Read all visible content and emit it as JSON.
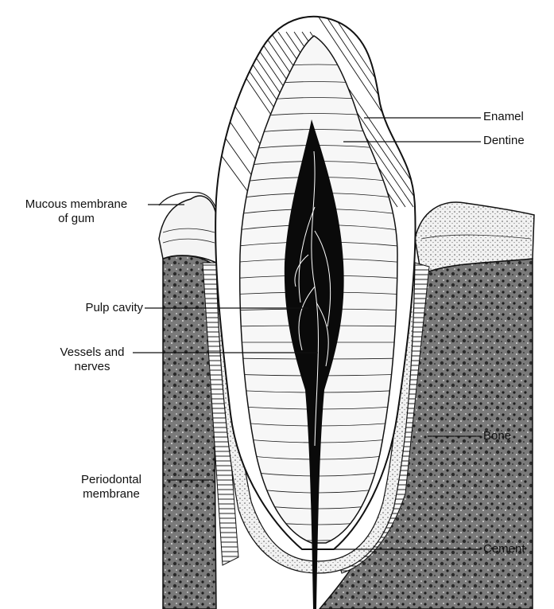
{
  "diagram": {
    "labels": {
      "enamel": "Enamel",
      "dentine": "Dentine",
      "mucous_membrane": [
        "Mucous membrane",
        "of gum"
      ],
      "pulp_cavity": "Pulp cavity",
      "vessels_nerves": [
        "Vessels and",
        "nerves"
      ],
      "bone": "Bone",
      "periodontal_membrane": [
        "Periodontal",
        "membrane"
      ],
      "cement": "Cement"
    },
    "colors": {
      "ink": "#111111",
      "bone_fill": "#6e6e6e",
      "paper": "#ffffff",
      "pulp": "#0a0a0a"
    }
  }
}
